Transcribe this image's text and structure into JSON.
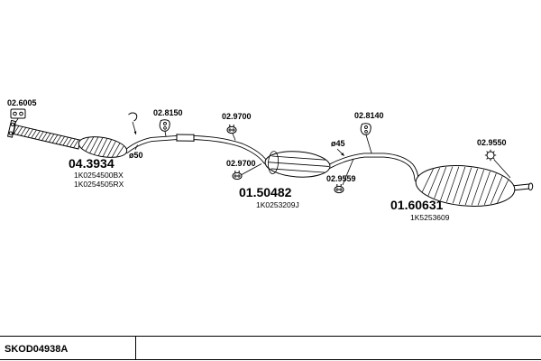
{
  "footer": {
    "code": "SKOD04938A"
  },
  "parts": {
    "front_clamp": {
      "code": "02.6005"
    },
    "catalyst": {
      "code": "04.3934",
      "oe1": "1K0254500BX",
      "oe2": "1K0254505RX"
    },
    "mid_hanger": {
      "code": "02.8150"
    },
    "mid_clamp_front": {
      "code": "02.9700"
    },
    "mid_clamp_rear": {
      "code": "02.9700"
    },
    "mid_muffler": {
      "code": "01.50482",
      "oe": "1K0253209J"
    },
    "rear_clamp": {
      "code": "02.9559"
    },
    "rear_hanger": {
      "code": "02.8140"
    },
    "tail_gasket": {
      "code": "02.9550"
    },
    "rear_muffler": {
      "code": "01.60631",
      "oe": "1K5253609"
    }
  },
  "annotations": {
    "front_pipe_diameter": "ø50",
    "rear_pipe_diameter": "ø45"
  }
}
